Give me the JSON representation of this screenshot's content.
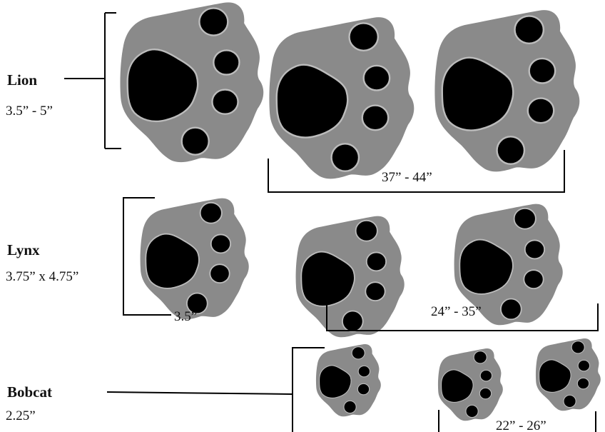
{
  "colors": {
    "pad_outer": "#8a8a8a",
    "pad_inner": "#000000",
    "rim": "#bcbcbc",
    "line": "#000000",
    "background": "#ffffff"
  },
  "icon": "paw-print-icon",
  "groups": [
    {
      "id": "lion",
      "name": "Lion",
      "size": "3.5” - 5”",
      "print_count": 3,
      "stride": "37” - 44”"
    },
    {
      "id": "lynx",
      "name": "Lynx",
      "size": "3.75” x 4.75”",
      "width_label": "3.5”",
      "print_count": 3,
      "stride": "24” - 35”"
    },
    {
      "id": "bobcat",
      "name": "Bobcat",
      "size": "2.25”",
      "print_count": 3,
      "stride": "22” - 26”"
    }
  ]
}
